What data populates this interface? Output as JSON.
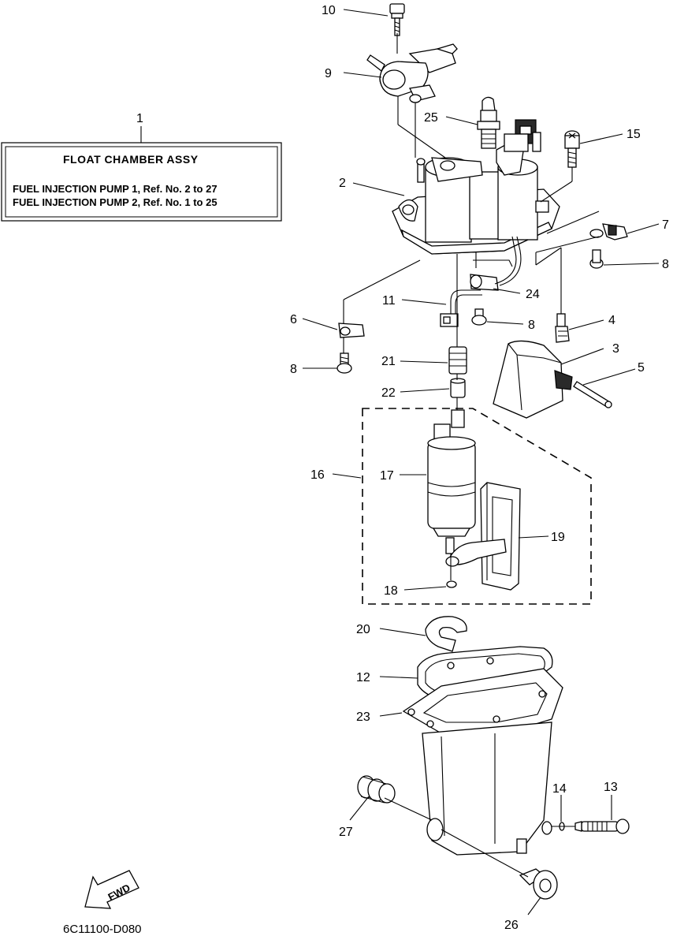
{
  "legend_box": {
    "ref_number": "1",
    "title": "FLOAT CHAMBER ASSY",
    "line1": "FUEL INJECTION PUMP 1,  Ref. No. 2 to 27",
    "line2": "FUEL INJECTION PUMP 2,  Ref. No. 1 to 25"
  },
  "callouts": {
    "c2": "2",
    "c3": "3",
    "c4": "4",
    "c5": "5",
    "c6": "6",
    "c7": "7",
    "c8a": "8",
    "c8b": "8",
    "c8c": "8",
    "c9": "9",
    "c10": "10",
    "c11": "11",
    "c12": "12",
    "c13": "13",
    "c14": "14",
    "c15": "15",
    "c16": "16",
    "c17": "17",
    "c18": "18",
    "c19": "19",
    "c20": "20",
    "c21": "21",
    "c22": "22",
    "c23": "23",
    "c24": "24",
    "c25": "25",
    "c26": "26",
    "c27": "27"
  },
  "fwd_label": "FWD",
  "doc_code": "6C11100-D080"
}
